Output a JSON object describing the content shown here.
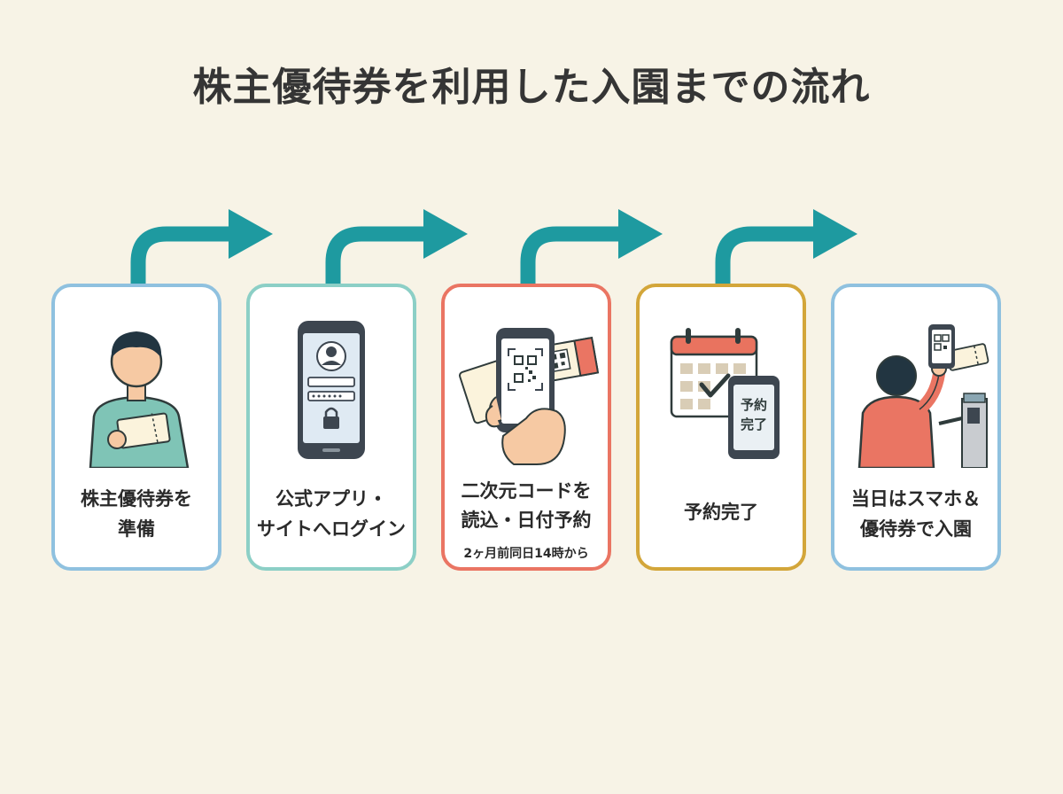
{
  "title": "株主優待券を利用した入園までの流れ",
  "colors": {
    "arrow": "#1e9aa0",
    "border_1": "#8fc1df",
    "border_2": "#8ccfc6",
    "border_3": "#ea7563",
    "border_4": "#d3a63a",
    "border_5": "#8fc1df"
  },
  "steps": [
    {
      "label": "株主優待券を\n準備",
      "icon": "person-holding-ticket-icon"
    },
    {
      "label": "公式アプリ・\nサイトへログイン",
      "icon": "smartphone-login-icon"
    },
    {
      "label": "二次元コードを\n読込・日付予約",
      "note": "2ヶ月前同日14時から",
      "icon": "phone-scan-qr-ticket-icon"
    },
    {
      "label": "予約完了",
      "icon": "calendar-phone-reservation-icon",
      "phone_text": "予約\n完了"
    },
    {
      "label": "当日はスマホ＆\n優待券で入園",
      "icon": "person-at-entry-gate-icon"
    }
  ]
}
